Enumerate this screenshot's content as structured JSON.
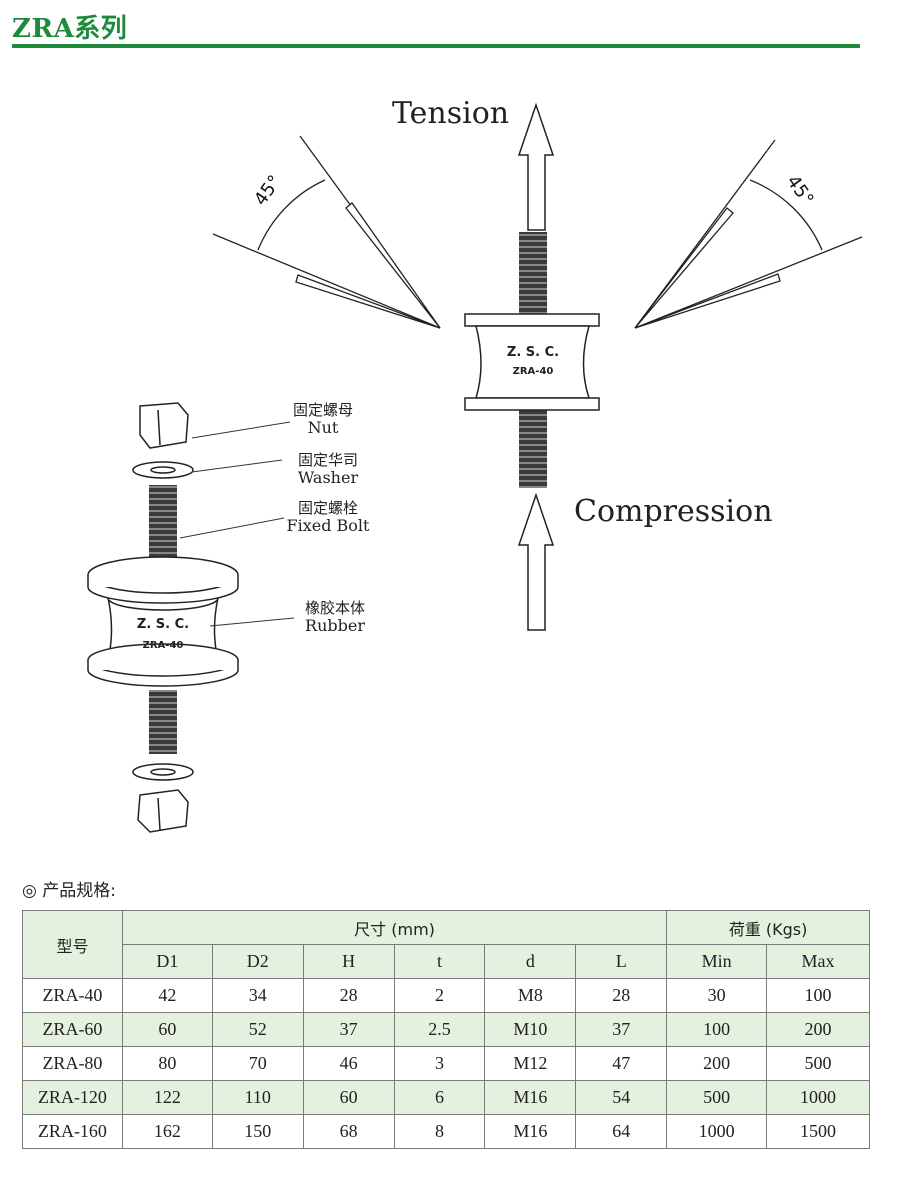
{
  "header": {
    "title": "ZRA系列"
  },
  "diagram": {
    "tension_label": "Tension",
    "compression_label": "Compression",
    "angle_left": "45°",
    "angle_right": "45°",
    "body_brand": "Z. S. C.",
    "body_model": "ZRA-40",
    "callouts": {
      "nut": {
        "cn": "固定螺母",
        "en": "Nut"
      },
      "washer": {
        "cn": "固定华司",
        "en": "Washer"
      },
      "bolt": {
        "cn": "固定螺栓",
        "en": "Fixed Bolt"
      },
      "rubber": {
        "cn": "橡胶本体",
        "en": "Rubber"
      }
    }
  },
  "spec": {
    "heading": "◎ 产品规格:",
    "model_header": "型号",
    "size_header": "尺寸 (mm)",
    "load_header": "荷重 (Kgs)",
    "columns": [
      "D1",
      "D2",
      "H",
      "t",
      "d",
      "L",
      "Min",
      "Max"
    ],
    "rows": [
      [
        "ZRA-40",
        "42",
        "34",
        "28",
        "2",
        "M8",
        "28",
        "30",
        "100"
      ],
      [
        "ZRA-60",
        "60",
        "52",
        "37",
        "2.5",
        "M10",
        "37",
        "100",
        "200"
      ],
      [
        "ZRA-80",
        "80",
        "70",
        "46",
        "3",
        "M12",
        "47",
        "200",
        "500"
      ],
      [
        "ZRA-120",
        "122",
        "110",
        "60",
        "6",
        "M16",
        "54",
        "500",
        "1000"
      ],
      [
        "ZRA-160",
        "162",
        "150",
        "68",
        "8",
        "M16",
        "64",
        "1000",
        "1500"
      ]
    ]
  }
}
